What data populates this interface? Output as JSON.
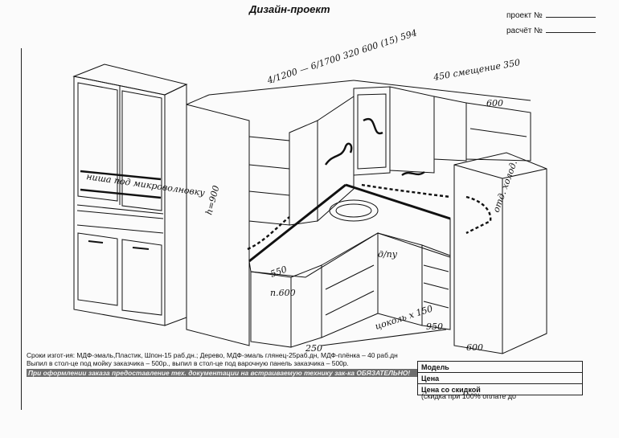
{
  "header": {
    "title": "Дизайн-проект",
    "project_label": "проект №",
    "calc_label": "расчёт №"
  },
  "sketch": {
    "dim_upper": "4/1200 — 6/1700  320 600 (15) 594",
    "note_offset": "450  смещение 350",
    "dim_600_top": "600",
    "note_niche": "ниша под микроволновку",
    "dim_height": "h=900",
    "dim_550_a": "550",
    "dim_corner": "п.600",
    "note_fridge": "отд. холод.",
    "dim_plinth": "цоколь x 150",
    "note_dpu": "д/пу",
    "dim_950": "950",
    "dim_600_bottom": "600",
    "dim_250": "250"
  },
  "notes": {
    "line1": "Сроки изгот-ия: МДФ-эмаль,Пластик, Шпон-15 раб.дн.; Дерево, МДФ-эмаль глянец-25раб.дн, МДФ-плёнка – 40 раб.дн",
    "line2": "Выпил в стол-це под мойку заказчика – 500р., выпил в стол-це под варочную панель заказчика – 500р.",
    "warning": "При оформлении заказа предоставление тех. документации на встраиваемую технику зак-ка ОБЯЗАТЕЛЬНО!"
  },
  "pricing": {
    "model_label": "Модель",
    "price_label": "Цена",
    "discount_price_label": "Цена со скидкой",
    "discount_note": "(скидка при 100% оплате до"
  }
}
